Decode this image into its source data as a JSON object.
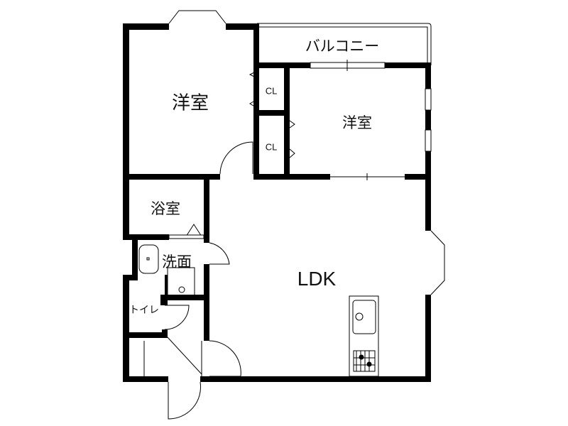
{
  "plan": {
    "rooms": {
      "western_room_1": "洋室",
      "western_room_2": "洋室",
      "balcony": "バルコニー",
      "closet_1": "CL",
      "closet_2": "CL",
      "bathroom": "浴室",
      "washroom": "洗面",
      "toilet": "トイレ",
      "ldk": "LDK"
    },
    "colors": {
      "wall": "#000000",
      "background": "#ffffff"
    }
  }
}
